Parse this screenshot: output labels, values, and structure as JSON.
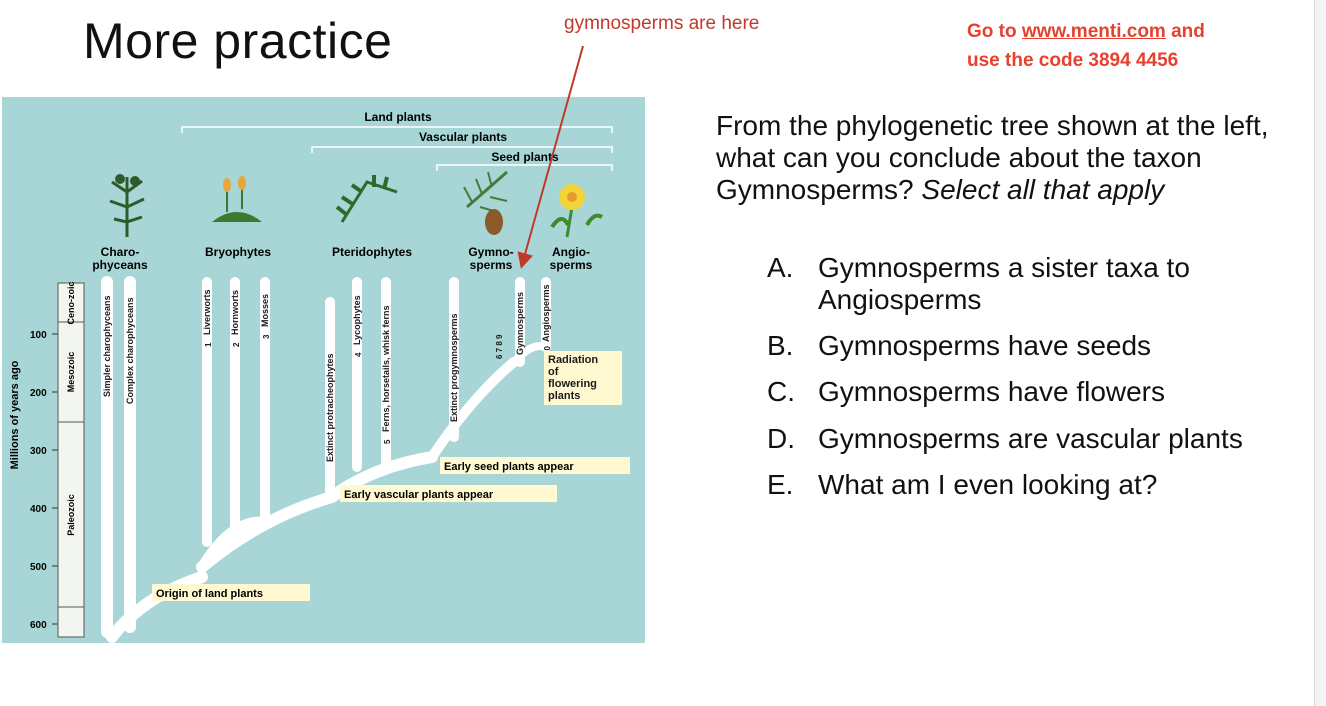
{
  "slide": {
    "title": "More practice",
    "annotation": "gymnosperms are here",
    "menti_line1_pre": "Go to ",
    "menti_url": "www.menti.com",
    "menti_line1_post": " and",
    "menti_line2": "use the code 3894 4456"
  },
  "question": {
    "main": "From the phylogenetic tree shown at the left, what can you conclude about the taxon Gymnosperms? ",
    "emphasis": "Select all that apply"
  },
  "options": [
    {
      "letter": "A.",
      "text_line1": "Gymnosperms a sister taxa to",
      "text_line2": "Angiosperms"
    },
    {
      "letter": "B.",
      "text_line1": "Gymnosperms have seeds"
    },
    {
      "letter": "C.",
      "text_line1": "Gymnosperms have flowers"
    },
    {
      "letter": "D.",
      "text_line1": "Gymnosperms are vascular plants"
    },
    {
      "letter": "E.",
      "text_line1": "What am I even looking at?"
    }
  ],
  "tree": {
    "brackets": {
      "land": "Land plants",
      "vascular": "Vascular plants",
      "seed": "Seed plants"
    },
    "groups": {
      "charo1": "Charo-",
      "charo2": "phyceans",
      "bryo": "Bryophytes",
      "pter": "Pteridophytes",
      "gym1": "Gymno-",
      "gym2": "sperms",
      "ang1": "Angio-",
      "ang2": "sperms"
    },
    "lineages": {
      "simpler": "Simpler charophyceans",
      "complex": "Complex charophyceans",
      "liver": "Liverworts",
      "horn": "Hornworts",
      "moss": "Mosses",
      "protra": "Extinct protracheophytes",
      "lyco": "Lycophytes",
      "ferns": "Ferns, horsetails, whisk ferns",
      "progym": "Extinct progymnosperms",
      "gymno": "Gymnosperms",
      "angio": "Angiosperms"
    },
    "lineage_markers": {
      "liver": "1",
      "horn": "2",
      "moss": "3",
      "lyco": "4",
      "ferns": "5",
      "gymno": "6 7 8 9",
      "angio": "10"
    },
    "eras": {
      "ceno": "Ceno-zoic",
      "meso": "Mesozoic",
      "paleo": "Paleozoic"
    },
    "axis_label": "Millions of years ago",
    "ticks": [
      "100",
      "200",
      "300",
      "400",
      "500",
      "600"
    ],
    "events": {
      "radiation1": "Radiation",
      "radiation2": "of",
      "radiation3": "flowering",
      "radiation4": "plants",
      "seed": "Early seed plants appear",
      "vascular": "Early vascular plants appear",
      "origin": "Origin of land plants"
    }
  },
  "colors": {
    "annotation": "#c0392b",
    "menti": "#e8402f",
    "figure_bg": "#a8d6d6",
    "label_box": "#fff8d0"
  }
}
